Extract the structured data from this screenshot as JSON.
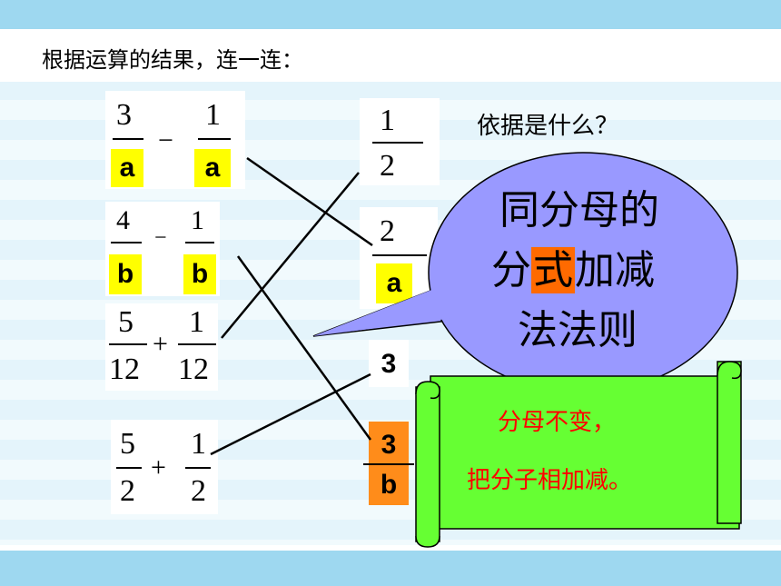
{
  "heading": "根据运算的结果，连一连：",
  "question": "依据是什么？",
  "left_expressions": [
    {
      "n1": "3",
      "d1": "a",
      "op": "−",
      "n2": "1",
      "d2": "a"
    },
    {
      "n1": "4",
      "d1": "b",
      "op": "−",
      "n2": "1",
      "d2": "b"
    },
    {
      "n1": "5",
      "d1": "12",
      "op": "+",
      "n2": "1",
      "d2": "12"
    },
    {
      "n1": "5",
      "d1": "2",
      "op": "+",
      "n2": "1",
      "d2": "2"
    }
  ],
  "right_results": [
    {
      "num": "1",
      "den": "2"
    },
    {
      "num": "2",
      "den": "a"
    },
    {
      "num": "3",
      "den": ""
    },
    {
      "num": "3",
      "den": "b"
    }
  ],
  "bubble": {
    "line1": "同分母的",
    "line2_a": "分",
    "line2_b": "式",
    "line2_c": "加减",
    "line3": "法法则"
  },
  "scroll": {
    "line1": "分母不变，",
    "line2": "把分子相加减。"
  },
  "colors": {
    "band": "#9ed8f0",
    "highlight_yellow": "#ffff00",
    "highlight_orange": "#ff8c1a",
    "bubble_fill": "#9999ff",
    "scroll_fill": "#66ff33",
    "scroll_text": "#ff0000"
  }
}
